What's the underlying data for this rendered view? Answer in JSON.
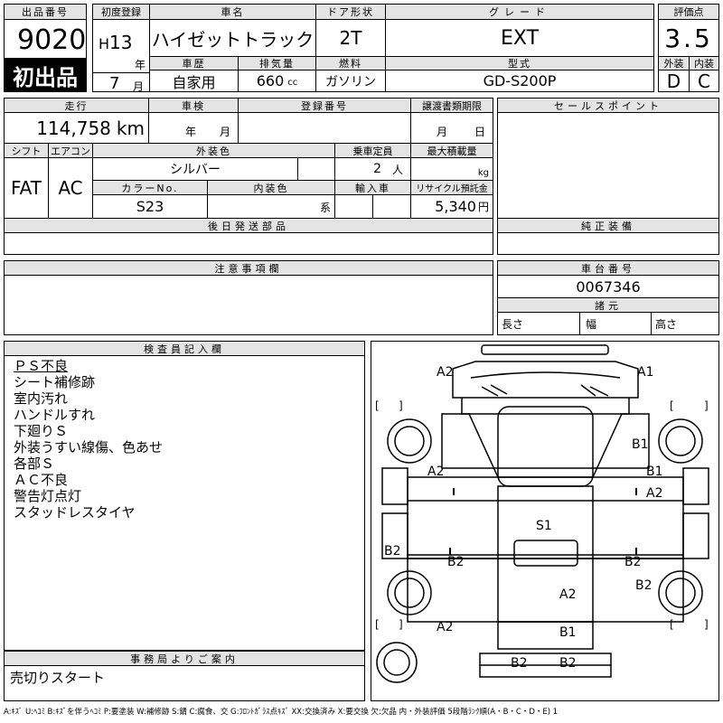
{
  "header": {
    "lot_label": "出品番号",
    "lot_number": "9020",
    "first_listing": "初出品",
    "first_reg_label": "初度登録",
    "era": "H",
    "year": "13",
    "year_unit": "年",
    "month": "7",
    "month_unit": "月",
    "name_label": "車名",
    "car_name": "ハイゼットトラック",
    "door_label": "ドア形状",
    "door": "2T",
    "grade_label": "グレード",
    "grade": "EXT",
    "score_label": "評価点",
    "score": "3.5",
    "history_label": "車歴",
    "history": "自家用",
    "displacement_label": "排気量",
    "displacement": "660",
    "displacement_unit": "cc",
    "fuel_label": "燃料",
    "fuel": "ガソリン",
    "model_label": "型式",
    "model": "GD-S200P",
    "exterior_label": "外装",
    "exterior": "D",
    "interior_label": "内装",
    "interior": "C"
  },
  "details": {
    "mileage_label": "走行",
    "mileage": "114,758",
    "mileage_unit": "km",
    "inspection_label": "車検",
    "inspection_year_unit": "年",
    "inspection_month_unit": "月",
    "reg_no_label": "登録番号",
    "transfer_label": "譲渡書類期限",
    "transfer_month_unit": "月",
    "transfer_day_unit": "日",
    "sales_point_label": "セールスポイント",
    "shift_label": "シフト",
    "shift": "FAT",
    "ac_label": "エアコン",
    "ac": "AC",
    "ext_color_label": "外装色",
    "ext_color": "シルバー",
    "capacity_label": "乗車定員",
    "capacity": "2",
    "capacity_unit": "人",
    "max_load_label": "最大積載量",
    "max_load_unit": "kg",
    "color_no_label": "カラーNo.",
    "color_no": "S23",
    "int_color_label": "内装色",
    "int_color_unit": "系",
    "import_label": "輸入車",
    "recycle_label": "リサイクル預託金",
    "recycle": "5,340",
    "recycle_unit": "円",
    "later_parts_label": "後日発送部品",
    "genuine_label": "純正装備",
    "notes_label": "注意事項欄",
    "chassis_label": "車台番号",
    "chassis": "0067346",
    "specs_label": "諸元",
    "length_label": "長さ",
    "width_label": "幅",
    "height_label": "高さ"
  },
  "inspector": {
    "label": "検査員記入欄",
    "remarks": [
      "ＰＳ不良",
      "シート補修跡",
      "室内汚れ",
      "ハンドルすれ",
      "下廻りＳ",
      "外装うすい線傷、色あせ",
      "各部Ｓ",
      "ＡＣ不良",
      "警告灯点灯",
      "スタッドレスタイヤ"
    ]
  },
  "office": {
    "label": "事務局よりご案内",
    "note": "売切りスタート"
  },
  "damage_marks": {
    "front_left": "A2",
    "front_right": "A1",
    "right_front_1": "B1",
    "right_front_2": "B1",
    "right_front_3": "A2",
    "left_front": "A2",
    "center": "S1",
    "left_mid": "B2",
    "mid_left": "B2",
    "mid_right": "B2",
    "right_mid": "B2",
    "bed_center": "A2",
    "left_rear": "A2",
    "bed_rear": "B1",
    "rear_left": "B2",
    "rear_right": "B2",
    "bracket_open": "[",
    "bracket_close": "]"
  },
  "legend": "A:ｷｽﾞ U:ﾍｺﾐ B:ｷｽﾞを伴うﾍｺﾐ P:要塗装 W:補修跡 S:錆 C:腐食、交 G:ﾌﾛﾝﾄｶﾞﾗｽ点ｷｽﾞ XX:交換済み X:要交換 欠:欠品 内・外装評価 5段階ﾗﾝｸ順(A・B・C・D・E) 1"
}
